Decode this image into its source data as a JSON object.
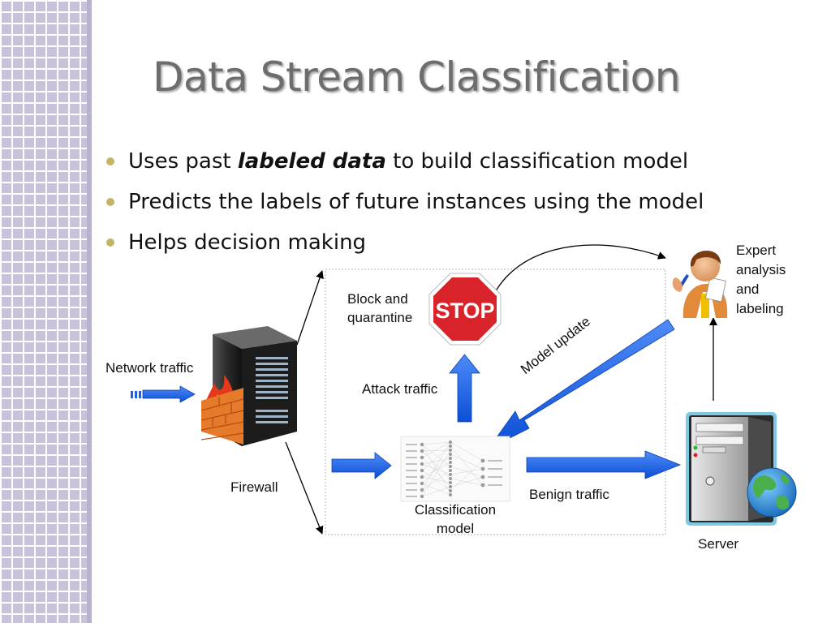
{
  "slide": {
    "title": "Data Stream Classification",
    "bullets": [
      {
        "pre": "Uses past ",
        "emph": "labeled data",
        "post": " to build classification model"
      },
      {
        "pre": "Predicts the labels of future instances using the model",
        "emph": "",
        "post": ""
      },
      {
        "pre": "Helps decision making",
        "emph": "",
        "post": ""
      }
    ]
  },
  "diagram": {
    "network_traffic": "Network traffic",
    "firewall": "Firewall",
    "block_line1": "Block and",
    "block_line2": "quarantine",
    "stop_sign": "STOP",
    "attack_traffic": "Attack traffic",
    "model_update": "Model update",
    "classification_line1": "Classification",
    "classification_line2": "model",
    "benign_traffic": "Benign traffic",
    "server": "Server",
    "expert_lines": [
      "Expert",
      "analysis",
      "and",
      "labeling"
    ]
  },
  "colors": {
    "arrow_blue": "#1a5fe6",
    "stop_red": "#d8232a",
    "title_gray": "#6d6d6d",
    "bullet_gold": "#c4b46a",
    "strip_lavender": "#c9c2da"
  },
  "icons": [
    "firewall-server-icon",
    "stop-sign-icon",
    "neural-network-icon",
    "server-globe-icon",
    "expert-person-icon"
  ]
}
